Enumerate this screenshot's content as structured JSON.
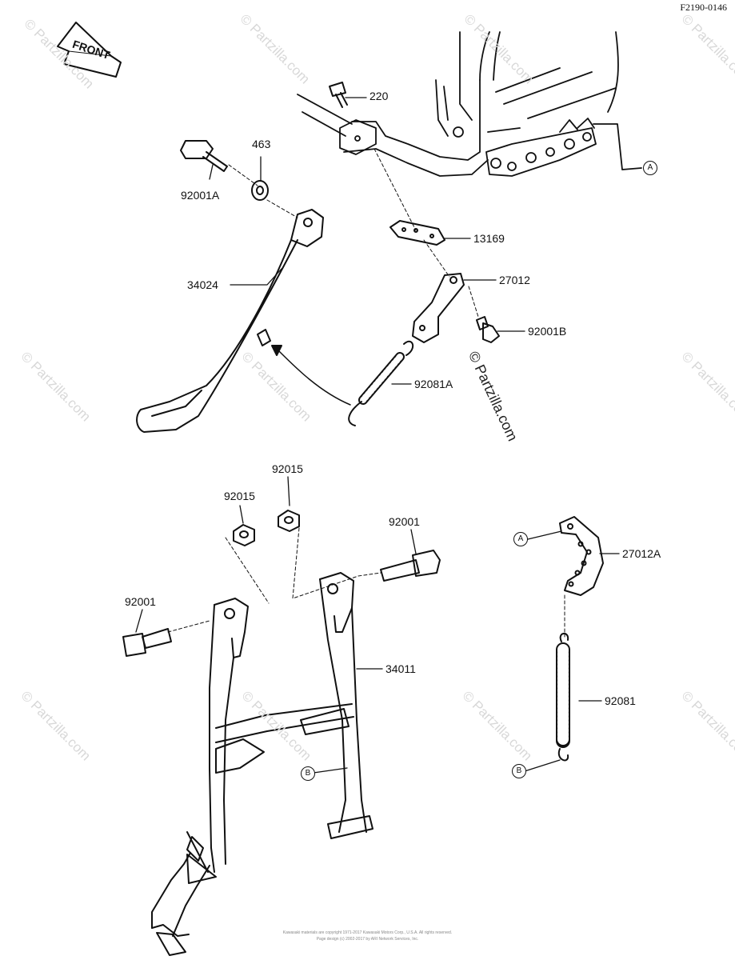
{
  "figure_id": "F2190-0146",
  "front_label": "FRONT",
  "parts": {
    "p220": "220",
    "p463": "463",
    "p92001A": "92001A",
    "p13169": "13169",
    "p34024": "34024",
    "p27012": "27012",
    "p92001B": "92001B",
    "p92081A": "92081A",
    "p92015a": "92015",
    "p92015b": "92015",
    "p92001r": "92001",
    "p92001l": "92001",
    "p27012A": "27012A",
    "p34011": "34011",
    "p92081": "92081"
  },
  "refs": {
    "A1": "A",
    "A2": "A",
    "B1": "B",
    "B2": "B"
  },
  "watermark": {
    "text": "© Partzilla.com",
    "main": "© Partzilla.com"
  },
  "footer": {
    "line1": "Kawasaki materials are copyright 1971-2017 Kawasaki Motors Corp., U.S.A. All rights reserved.",
    "line2": "Page design (c) 2002-2017 by ARI Network Services, Inc."
  }
}
